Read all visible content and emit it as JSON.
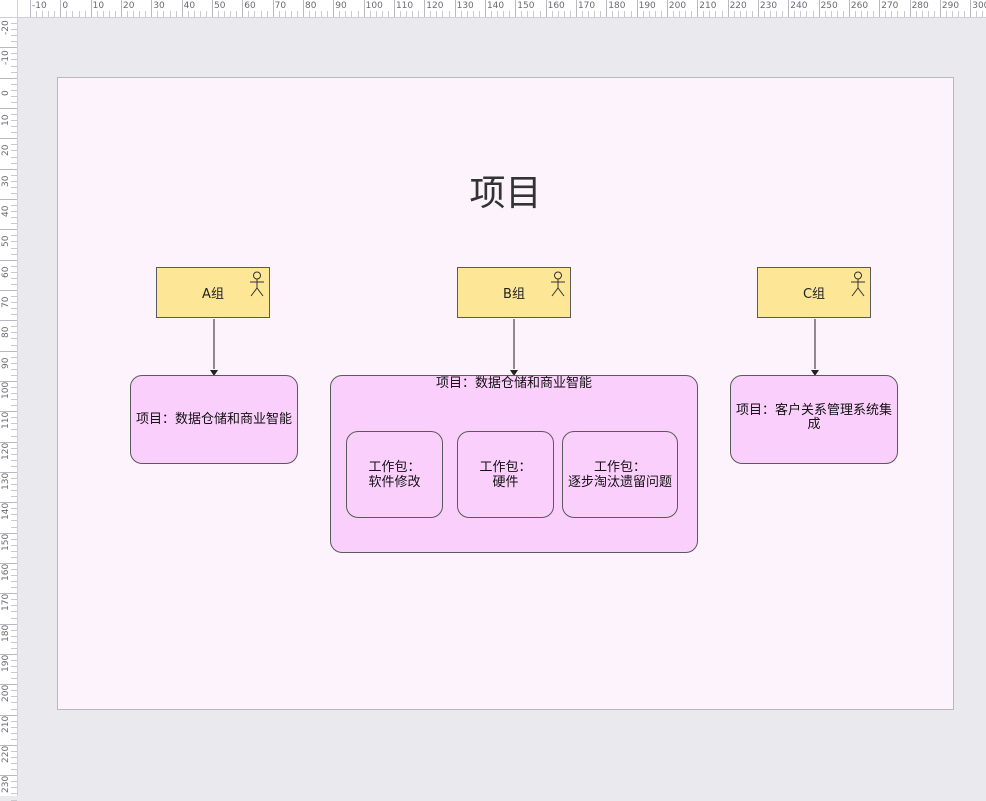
{
  "ruler": {
    "top_labels": [
      "-10",
      "0",
      "10",
      "20",
      "30",
      "40",
      "50",
      "60",
      "70",
      "80",
      "90",
      "100",
      "110",
      "120",
      "130",
      "140",
      "150",
      "160",
      "170",
      "180",
      "190",
      "200",
      "210",
      "220",
      "230",
      "240",
      "250",
      "260",
      "270",
      "280",
      "290",
      "300"
    ],
    "left_labels": [
      "-20",
      "-10",
      "0",
      "10",
      "20",
      "30",
      "40",
      "50",
      "60",
      "70",
      "80",
      "90",
      "100",
      "110",
      "120",
      "130",
      "140",
      "150",
      "160",
      "170",
      "180",
      "190",
      "200",
      "210",
      "220",
      "230"
    ]
  },
  "diagram": {
    "title": "项目",
    "groups": [
      {
        "label": "A组"
      },
      {
        "label": "B组"
      },
      {
        "label": "C组"
      }
    ],
    "projects": [
      {
        "label": "项目：数据仓储和商业智能"
      },
      {
        "label": "项目：数据仓储和商业智能",
        "work_packages": [
          {
            "line1": "工作包：",
            "line2": "软件修改"
          },
          {
            "line1": "工作包：",
            "line2": "硬件"
          },
          {
            "line1": "工作包：",
            "line2": "逐步淘汰遗留问题"
          }
        ]
      },
      {
        "label": "项目：客户关系管理系统集成"
      }
    ]
  },
  "colors": {
    "canvas": "#fdf3fc",
    "actor_fill": "#fde796",
    "project_fill": "#facffc",
    "border": "#5a5a5a"
  },
  "icons": {
    "actor": "stick-figure-icon"
  }
}
